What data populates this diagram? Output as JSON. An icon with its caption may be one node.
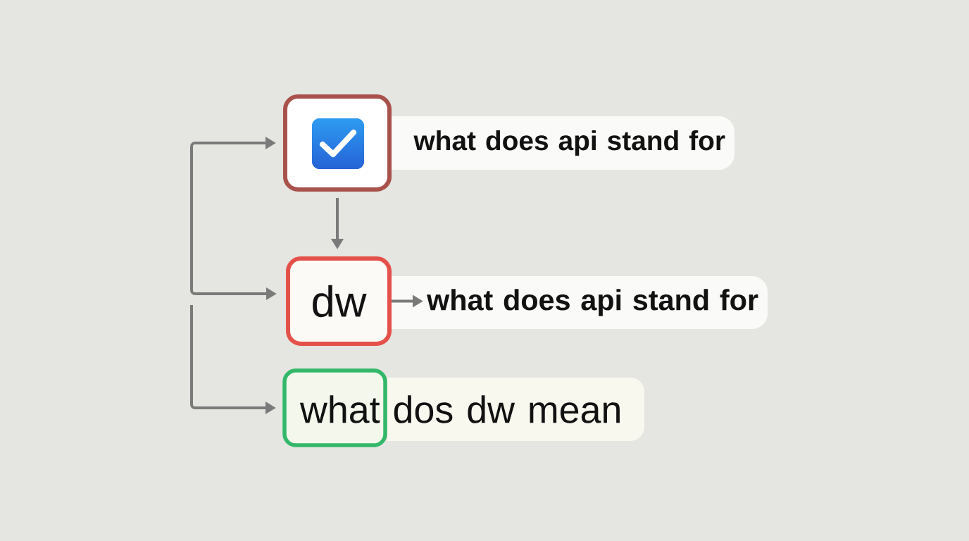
{
  "diagram": {
    "nodes": [
      {
        "text": [],
        "shape": "box"
      },
      {
        "text": [
          "what does api stand for"
        ]
      },
      {
        "text": [
          "dw"
        ]
      },
      {
        "text": [
          "what does api stand for"
        ]
      },
      {
        "text": [],
        "shape": "box"
      },
      {
        "text": [
          "what dos dw mean"
        ]
      }
    ],
    "edges": [
      {
        "from": 0,
        "to": 2,
        "arrow": "both"
      },
      {
        "from": 0,
        "to": 2,
        "arrow": "to"
      },
      {
        "from": 2,
        "to": 3,
        "arrow": "to"
      },
      {
        "from": null,
        "to": 4,
        "arrow": "to"
      }
    ]
  }
}
